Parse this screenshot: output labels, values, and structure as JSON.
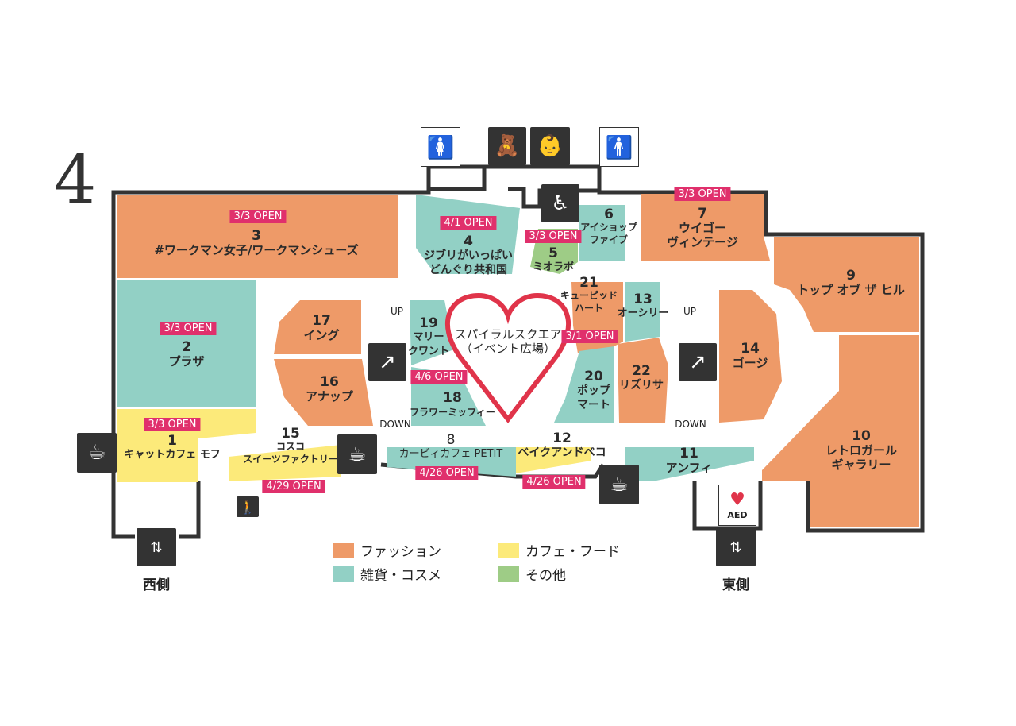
{
  "floor": "4",
  "colors": {
    "fashion": "#EE9A68",
    "goods": "#92D0C5",
    "cafe": "#FCEA7A",
    "other": "#9ECC86",
    "badge": "#E0306C",
    "heart": "#E0344A"
  },
  "center": {
    "name": "スパイラルスクエア",
    "sub": "（イベント広場）"
  },
  "shops": [
    {
      "no": "1",
      "name": "キャットカフェ モフ",
      "badge": "3/3 OPEN"
    },
    {
      "no": "2",
      "name": "プラザ",
      "badge": "3/3 OPEN"
    },
    {
      "no": "3",
      "name": "#ワークマン女子/ワークマンシューズ",
      "badge": "3/3 OPEN"
    },
    {
      "no": "4",
      "name": "ジブリがいっぱい",
      "name2": "どんぐり共和国",
      "badge": "4/1 OPEN"
    },
    {
      "no": "5",
      "name": "ミオラボ",
      "badge": "3/3 OPEN"
    },
    {
      "no": "6",
      "name": "アイショップ",
      "name2": "ファイブ"
    },
    {
      "no": "7",
      "name": "ウイゴー",
      "name2": "ヴィンテージ",
      "badge": "3/3 OPEN"
    },
    {
      "no": "8",
      "name": "カービィカフェ PETIT",
      "badge": "4/26 OPEN"
    },
    {
      "no": "9",
      "name": "トップ オブ ザ ヒル"
    },
    {
      "no": "10",
      "name": "レトロガール",
      "name2": "ギャラリー"
    },
    {
      "no": "11",
      "name": "アンフィ"
    },
    {
      "no": "12",
      "name": "ベイクアンドペコ",
      "badge": "4/26 OPEN"
    },
    {
      "no": "13",
      "name": "オーシリー"
    },
    {
      "no": "14",
      "name": "ゴージ"
    },
    {
      "no": "15",
      "name": "コスコ",
      "name2": "スイーツファクトリー",
      "badge": "4/29  OPEN"
    },
    {
      "no": "16",
      "name": "アナップ"
    },
    {
      "no": "17",
      "name": "イング"
    },
    {
      "no": "18",
      "name": "フラワーミッフィー"
    },
    {
      "no": "19",
      "name": "マリー",
      "name2": "クワント",
      "badge": "4/6 OPEN"
    },
    {
      "no": "20",
      "name": "ポップ",
      "name2": "マート"
    },
    {
      "no": "21",
      "name": "キューピッド",
      "name2": "ハート",
      "badge": "3/1 OPEN"
    },
    {
      "no": "22",
      "name": "リズリサ"
    }
  ],
  "escalators": {
    "up": "UP",
    "down": "DOWN"
  },
  "aed": "AED",
  "exits": {
    "west": "西側",
    "east": "東側"
  },
  "legend": [
    {
      "label": "ファッション",
      "color": "#EE9A68"
    },
    {
      "label": "カフェ・フード",
      "color": "#FCEA7A"
    },
    {
      "label": "雑貨・コスメ",
      "color": "#92D0C5"
    },
    {
      "label": "その他",
      "color": "#9ECC86"
    }
  ]
}
